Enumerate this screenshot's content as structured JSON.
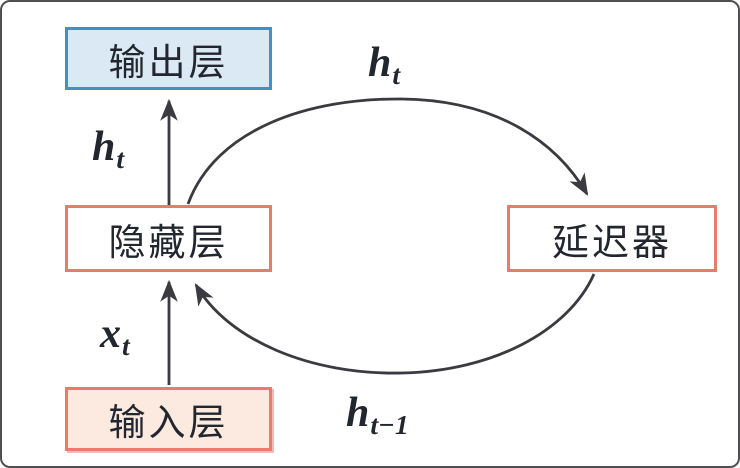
{
  "diagram": {
    "nodes": {
      "output": {
        "label": "输出层"
      },
      "hidden": {
        "label": "隐藏层"
      },
      "input": {
        "label": "输入层"
      },
      "delay": {
        "label": "延迟器"
      }
    },
    "edges": {
      "hidden_to_output": {
        "label_main": "h",
        "label_sub": "t"
      },
      "input_to_hidden": {
        "label_main": "x",
        "label_sub": "t"
      },
      "hidden_to_delay": {
        "label_main": "h",
        "label_sub": "t"
      },
      "delay_to_hidden": {
        "label_main": "h",
        "label_sub": "t−1"
      }
    },
    "colors": {
      "line": "#3a3a40",
      "blue_border": "#3e92c6",
      "blue_fill": "#dbe9f5",
      "red_border": "#ea7a6e",
      "peach_fill": "#fce9e0",
      "text": "#22262e"
    }
  }
}
